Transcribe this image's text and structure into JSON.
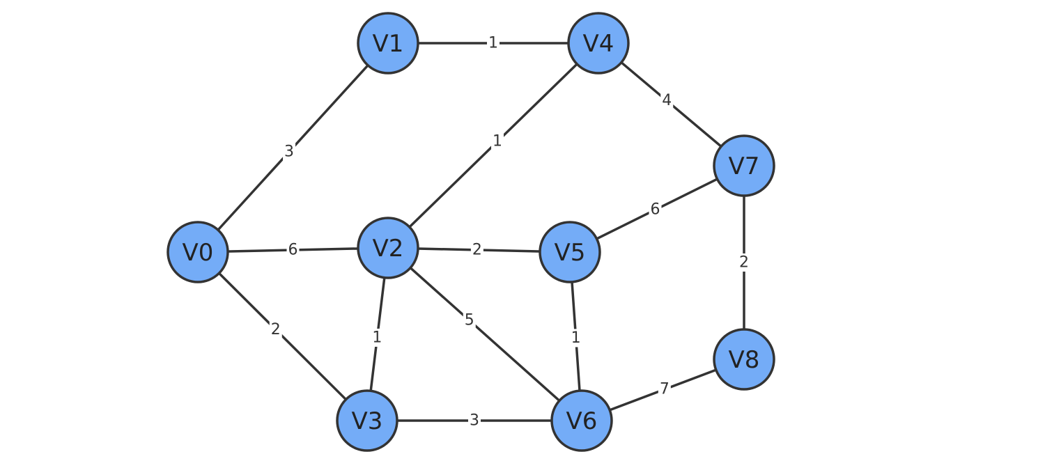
{
  "graph": {
    "nodes": [
      {
        "id": "V0",
        "label": "V0"
      },
      {
        "id": "V1",
        "label": "V1"
      },
      {
        "id": "V2",
        "label": "V2"
      },
      {
        "id": "V3",
        "label": "V3"
      },
      {
        "id": "V4",
        "label": "V4"
      },
      {
        "id": "V5",
        "label": "V5"
      },
      {
        "id": "V6",
        "label": "V6"
      },
      {
        "id": "V7",
        "label": "V7"
      },
      {
        "id": "V8",
        "label": "V8"
      }
    ],
    "edges": [
      {
        "from": "V0",
        "to": "V1",
        "weight": "3"
      },
      {
        "from": "V0",
        "to": "V2",
        "weight": "6"
      },
      {
        "from": "V0",
        "to": "V3",
        "weight": "2"
      },
      {
        "from": "V1",
        "to": "V4",
        "weight": "1"
      },
      {
        "from": "V2",
        "to": "V4",
        "weight": "1"
      },
      {
        "from": "V2",
        "to": "V5",
        "weight": "2"
      },
      {
        "from": "V2",
        "to": "V3",
        "weight": "1"
      },
      {
        "from": "V2",
        "to": "V6",
        "weight": "5"
      },
      {
        "from": "V3",
        "to": "V6",
        "weight": "3"
      },
      {
        "from": "V4",
        "to": "V7",
        "weight": "4"
      },
      {
        "from": "V5",
        "to": "V7",
        "weight": "6"
      },
      {
        "from": "V5",
        "to": "V6",
        "weight": "1"
      },
      {
        "from": "V7",
        "to": "V8",
        "weight": "2"
      },
      {
        "from": "V6",
        "to": "V8",
        "weight": "7"
      }
    ]
  },
  "colors": {
    "node_fill": "#74acf7",
    "stroke": "#333333",
    "background": "#ffffff"
  }
}
